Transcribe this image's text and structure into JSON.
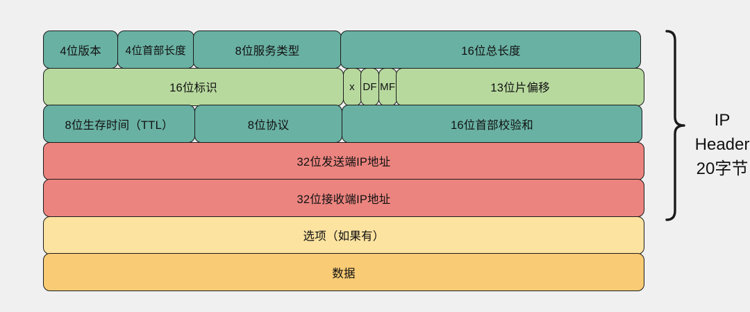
{
  "table": {
    "rows": [
      {
        "cells": [
          {
            "label": "4位版本"
          },
          {
            "label": "4位首部长度"
          },
          {
            "label": "8位服务类型"
          },
          {
            "label": "16位总长度"
          }
        ]
      },
      {
        "cells": [
          {
            "label": "16位标识"
          },
          {
            "label": "x"
          },
          {
            "label": "DF"
          },
          {
            "label": "MF"
          },
          {
            "label": "13位片偏移"
          }
        ]
      },
      {
        "cells": [
          {
            "label": "8位生存时间（TTL）"
          },
          {
            "label": "8位协议"
          },
          {
            "label": "16位首部校验和"
          }
        ]
      },
      {
        "cells": [
          {
            "label": "32位发送端IP地址"
          }
        ]
      },
      {
        "cells": [
          {
            "label": "32位接收端IP地址"
          }
        ]
      },
      {
        "cells": [
          {
            "label": "选项（如果有）"
          }
        ]
      },
      {
        "cells": [
          {
            "label": "数据"
          }
        ]
      }
    ],
    "colors": {
      "teal": "#69b1a3",
      "green": "#b7d99e",
      "red": "#eb847f",
      "light_yellow": "#fde3a0",
      "orange": "#f9cb74",
      "border": "#1a1a1a",
      "background": "#f0f0f1"
    }
  },
  "annotation": {
    "line1": "IP",
    "line2": "Header",
    "line3": "20字节"
  }
}
